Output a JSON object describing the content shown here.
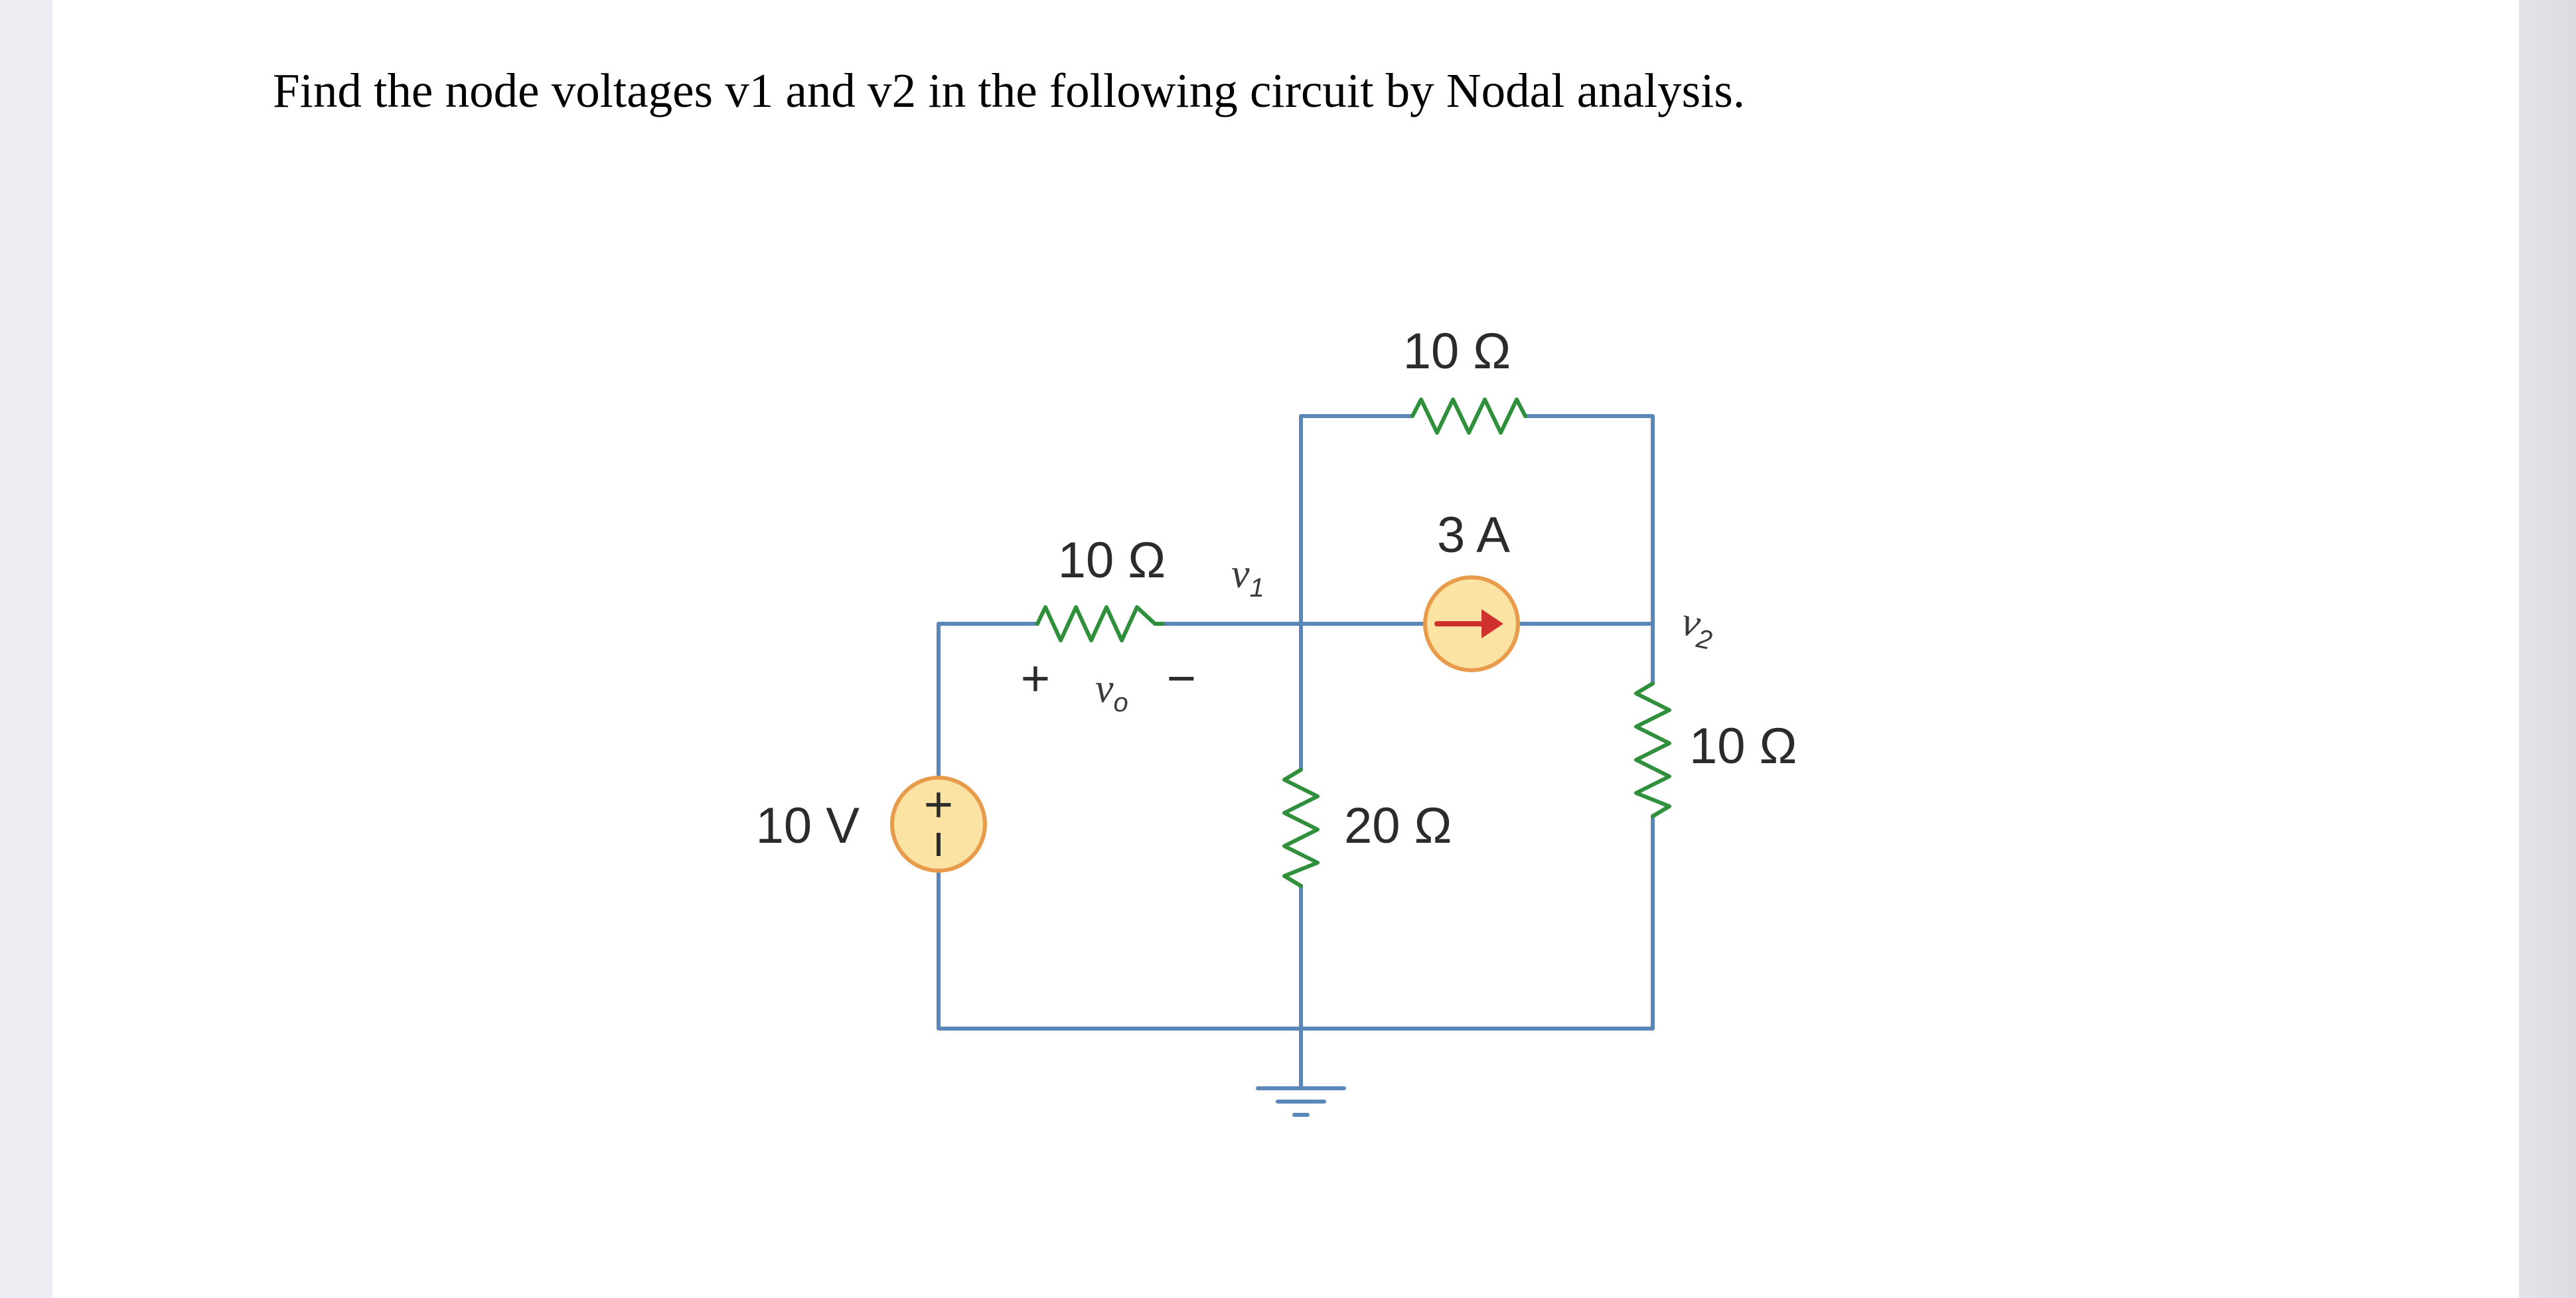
{
  "question": "Find the node voltages v1 and v2 in the following circuit by Nodal analysis.",
  "circuit": {
    "wire_color": "#5b87b8",
    "resistor_color": "#2f8f3a",
    "source_fill": "#fbe3a3",
    "source_stroke": "#e89b4a",
    "arrow_color": "#d0312d",
    "labels": {
      "r_top": "10 Ω",
      "current_source": "3 A",
      "r_left": "10 Ω",
      "node_v1": "v",
      "node_v1_sub": "1",
      "node_v2": "v",
      "node_v2_sub": "2",
      "vo_plus": "+",
      "vo_var": "v",
      "vo_sub": "o",
      "vo_minus": "−",
      "voltage_source": "10 V",
      "r_middle": "20 Ω",
      "r_right": "10 Ω"
    }
  }
}
